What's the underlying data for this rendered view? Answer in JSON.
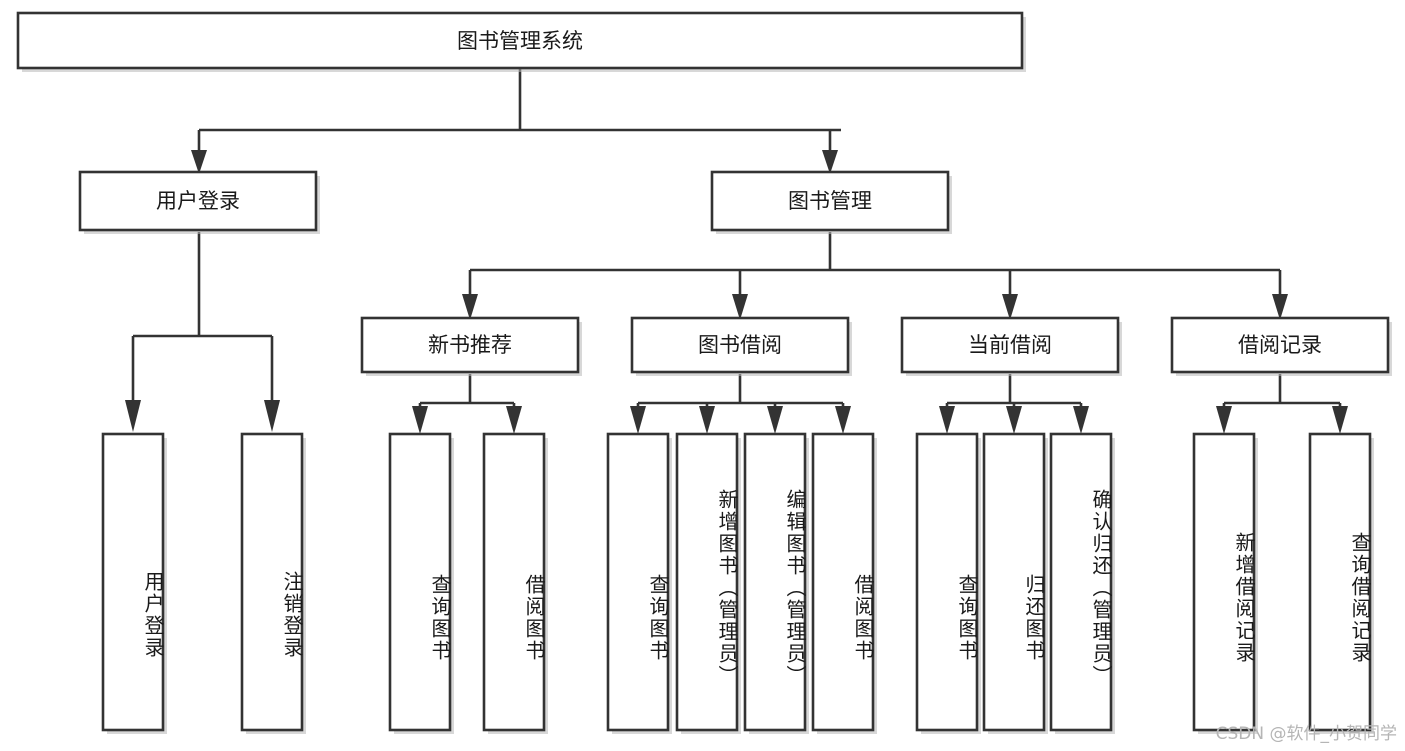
{
  "diagram": {
    "title": "图书管理系统",
    "type": "tree",
    "watermark": "CSDN @软件_小贺同学",
    "colors": {
      "stroke": "#333333",
      "fill": "#ffffff",
      "text": "#1a1a1a",
      "watermark": "#b5b5b9"
    },
    "levels": {
      "root": {
        "label": "图书管理系统"
      },
      "level2": [
        {
          "id": "user-login",
          "label": "用户登录"
        },
        {
          "id": "book-manage",
          "label": "图书管理"
        }
      ],
      "level3": [
        {
          "id": "new-book-rec",
          "label": "新书推荐"
        },
        {
          "id": "book-borrow",
          "label": "图书借阅"
        },
        {
          "id": "current-borrow",
          "label": "当前借阅"
        },
        {
          "id": "borrow-record",
          "label": "借阅记录"
        }
      ],
      "leaves": {
        "user-login": [
          {
            "id": "leaf-user-login",
            "label": "用户登录"
          },
          {
            "id": "leaf-user-logout",
            "label": "注销登录"
          }
        ],
        "new-book-rec": [
          {
            "id": "leaf-query-book-1",
            "label": "查询图书"
          },
          {
            "id": "leaf-borrow-book-1",
            "label": "借阅图书"
          }
        ],
        "book-borrow": [
          {
            "id": "leaf-query-book-2",
            "label": "查询图书"
          },
          {
            "id": "leaf-add-book",
            "label": "新增图书（管理员）"
          },
          {
            "id": "leaf-edit-book",
            "label": "编辑图书（管理员）"
          },
          {
            "id": "leaf-borrow-book-2",
            "label": "借阅图书"
          }
        ],
        "current-borrow": [
          {
            "id": "leaf-query-book-3",
            "label": "查询图书"
          },
          {
            "id": "leaf-return-book",
            "label": "归还图书"
          },
          {
            "id": "leaf-confirm-return",
            "label": "确认归还（管理员）"
          }
        ],
        "borrow-record": [
          {
            "id": "leaf-add-record",
            "label": "新增借阅记录"
          },
          {
            "id": "leaf-query-record",
            "label": "查询借阅记录"
          }
        ]
      }
    }
  }
}
